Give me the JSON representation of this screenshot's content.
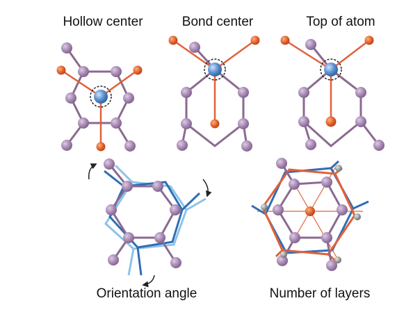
{
  "panels": [
    {
      "id": "hollow",
      "label": "Hollow center"
    },
    {
      "id": "bond",
      "label": "Bond center"
    },
    {
      "id": "top",
      "label": "Top of atom"
    },
    {
      "id": "orientation",
      "label": "Orientation angle"
    },
    {
      "id": "layers",
      "label": "Number of layers"
    }
  ],
  "colors": {
    "carbon_atom": "#a98bb5",
    "carbon_bond": "#8a6a8f",
    "dopant_atom": "#e0602a",
    "dopant_bond": "#e2603a",
    "center_atom": "#5b8fcf",
    "layer_blue": "#2f6db5",
    "layer_light_blue": "#8cc3e8",
    "small_atom": "#9a9a9a",
    "arrow": "#222222"
  },
  "icons": {
    "rotation_arrow": "curved-arrow-icon",
    "dashed_ring": "dashed-circle"
  }
}
